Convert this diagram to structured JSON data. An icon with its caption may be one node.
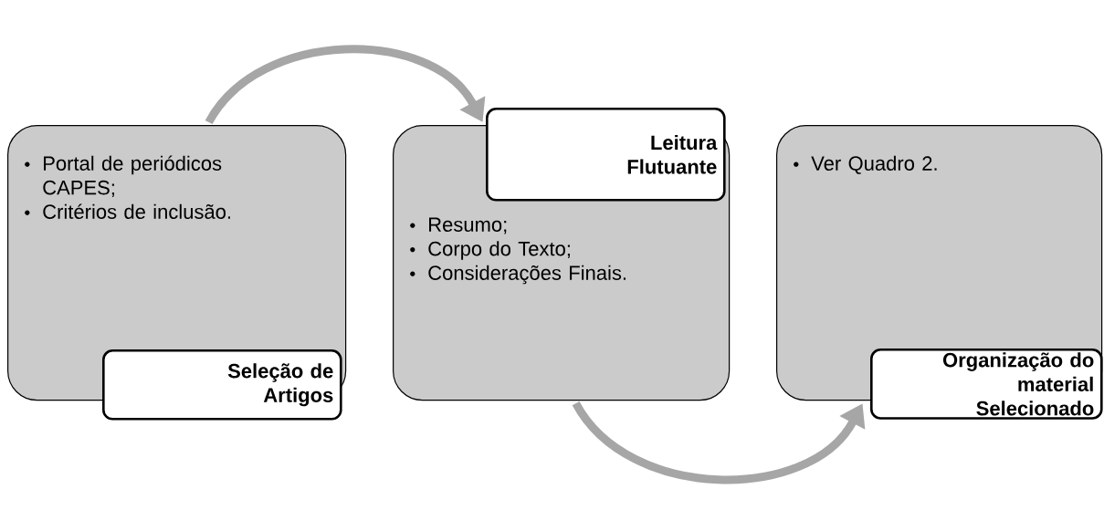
{
  "diagram": {
    "nodes": [
      {
        "text": [
          "Portal de periódicos CAPES;",
          "Critérios de inclusão."
        ]
      },
      {
        "text": [
          "Seleção de Artigos"
        ]
      },
      {
        "text": [
          "Resumo;",
          "Corpo do Texto;",
          "Considerações Finais."
        ]
      },
      {
        "text": [
          "Leitura Flutuante"
        ]
      },
      {
        "text": [
          "Ver Quadro 2."
        ]
      },
      {
        "text": [
          "Organização do material Selecionado"
        ]
      }
    ],
    "edges": [
      {
        "from": 0,
        "to": 2,
        "arrow": "to"
      },
      {
        "from": 2,
        "to": 4,
        "arrow": "to"
      }
    ]
  }
}
